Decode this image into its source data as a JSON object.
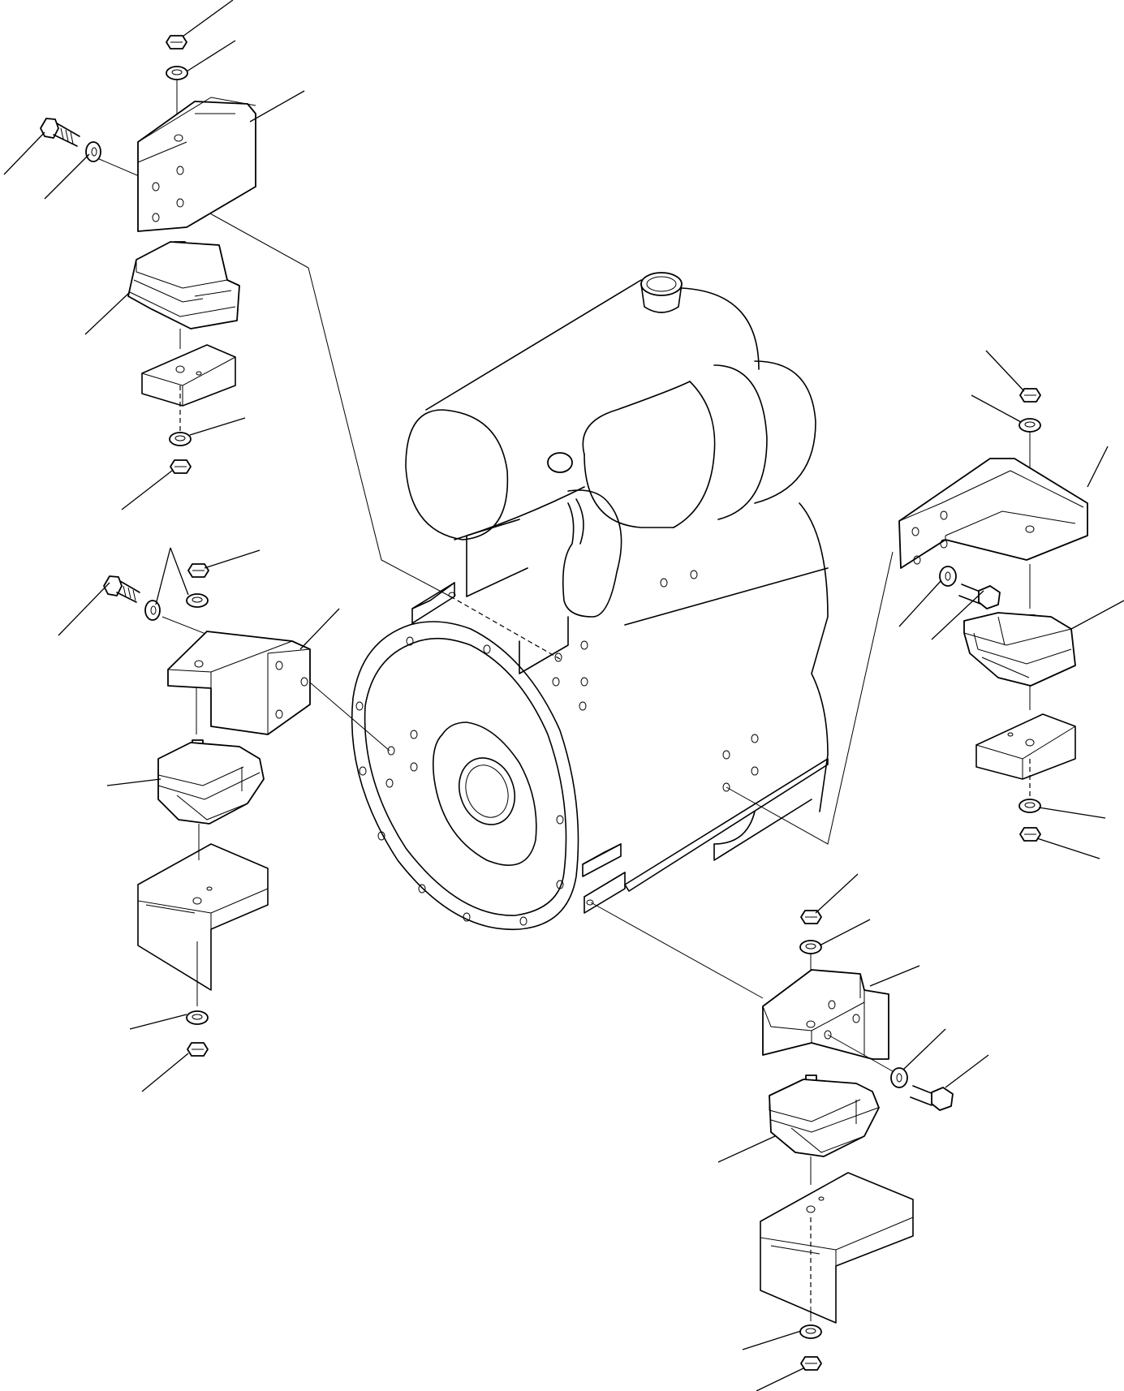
{
  "diagram": {
    "kind": "exploded-parts-view",
    "line_color": "#000000",
    "background_color": "#ffffff",
    "assemblies": [
      {
        "id": "mount-rear-left",
        "parts": [
          "nut",
          "washer",
          "bracket",
          "bolt",
          "lock-washer",
          "rubber-mount",
          "plate",
          "washer",
          "nut"
        ]
      },
      {
        "id": "mount-front-left",
        "parts": [
          "nut",
          "washer",
          "bolt",
          "lock-washer",
          "bracket",
          "rubber-mount",
          "support-bracket",
          "washer",
          "nut"
        ]
      },
      {
        "id": "mount-rear-right",
        "parts": [
          "nut",
          "washer",
          "bracket",
          "lock-washer",
          "bolt",
          "rubber-mount",
          "plate",
          "washer",
          "nut"
        ]
      },
      {
        "id": "mount-front-right",
        "parts": [
          "nut",
          "washer",
          "bracket",
          "lock-washer",
          "bolt",
          "rubber-mount",
          "support-bracket",
          "washer",
          "nut"
        ]
      }
    ],
    "center_part": "engine"
  }
}
